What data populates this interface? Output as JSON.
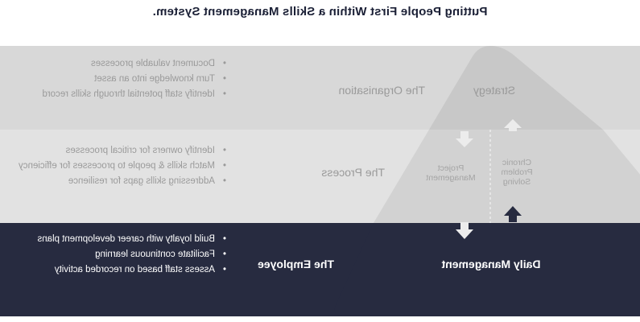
{
  "title": "Putting People First Within a Skills Management System.",
  "colors": {
    "navy": "#272b40",
    "band_top": "#d8d8d8",
    "band_mid": "#e2e2e2",
    "pyramid_top": "#c8c8c8",
    "pyramid_mid": "#d2d2d2",
    "arrow_light": "#ececec",
    "arrow_dark": "#272b40"
  },
  "levels": [
    {
      "label": "The Organisation",
      "items": [
        "Document valuable processes",
        "Turn knowledge into an asset",
        "Identify staff potential through skills record"
      ]
    },
    {
      "label": "The Process",
      "items": [
        "Identify owners for critical processes",
        "Match skills & people to processes for efficiency",
        "Addressing skills gaps for resilience"
      ]
    },
    {
      "label": "The Employee",
      "items": [
        "Build loyalty with career development plans",
        "Facilitate continuous learning",
        "Assess staff based on recorded activity"
      ]
    }
  ],
  "pyramid": {
    "top": "Strategy",
    "middle_left": "Chronic Problem Solving",
    "middle_right": "Project Management",
    "bottom": "Daily Management"
  }
}
